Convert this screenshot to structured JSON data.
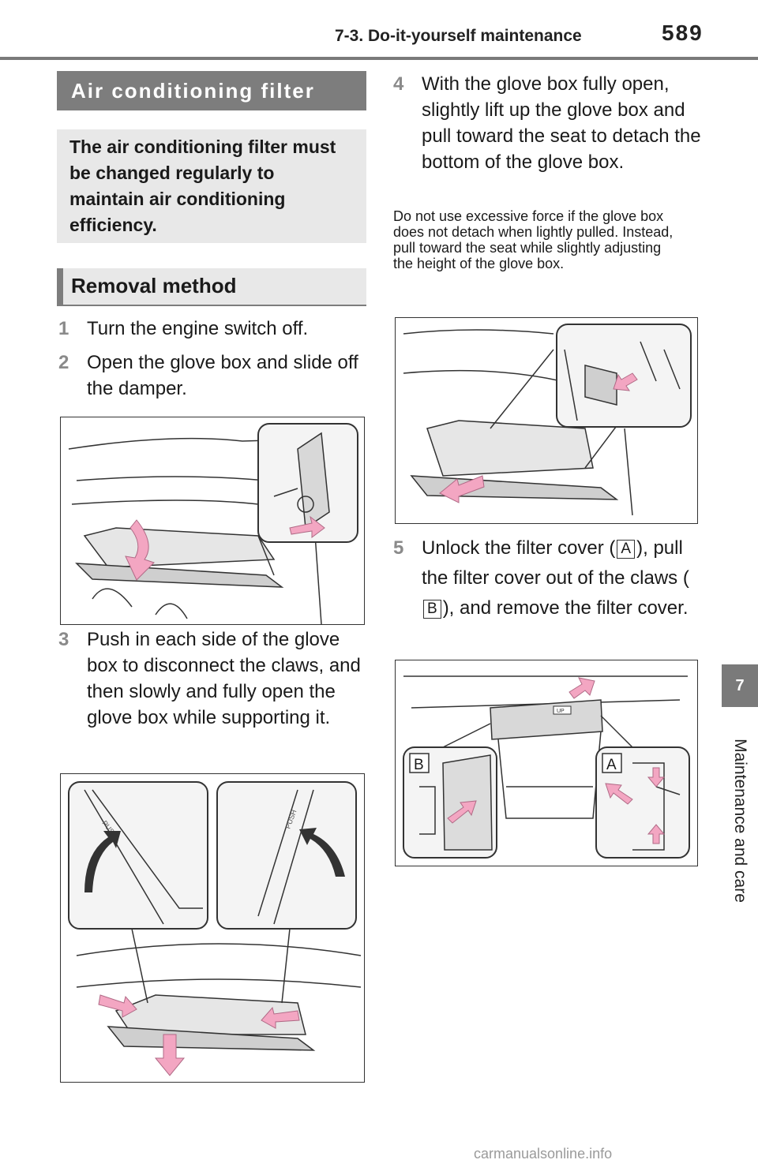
{
  "header": {
    "section": "7-3. Do-it-yourself maintenance",
    "page_number": "589"
  },
  "side_tab": {
    "number": "7",
    "label": "Maintenance and care"
  },
  "section_title": "Air conditioning filter",
  "intro": "The air conditioning filter must be changed regularly to maintain air conditioning efficiency.",
  "subsection_title": "Removal method",
  "steps": [
    {
      "num": "1",
      "text": "Turn the engine switch off."
    },
    {
      "num": "2",
      "text": "Open the glove box and slide off the damper."
    },
    {
      "num": "3",
      "text": "Push in each side of the glove box to disconnect the claws, and then slowly and fully open the glove box while supporting it."
    },
    {
      "num": "4",
      "text": "With the glove box fully open, slightly lift up the glove box and pull toward the seat to detach the bottom of the glove box."
    },
    {
      "num": "5",
      "text_a": "Unlock the filter cover (",
      "label_a": "A",
      "text_b": "), pull the filter cover out of the claws (",
      "label_b": "B",
      "text_c": "), and remove the filter cover."
    }
  ],
  "note": "Do not use excessive force if the glove box does not detach when lightly pulled. Instead, pull toward the seat while slightly adjusting the height of the glove box.",
  "figures": {
    "push_text": "PUSH",
    "up_text": "UP",
    "callout_a": "A",
    "callout_b": "B"
  },
  "footer": "carmanualsonline.info",
  "colors": {
    "accent_gray": "#7d7d7d",
    "panel_gray": "#e8e8e8",
    "arrow_pink": "#f3a6c2"
  }
}
